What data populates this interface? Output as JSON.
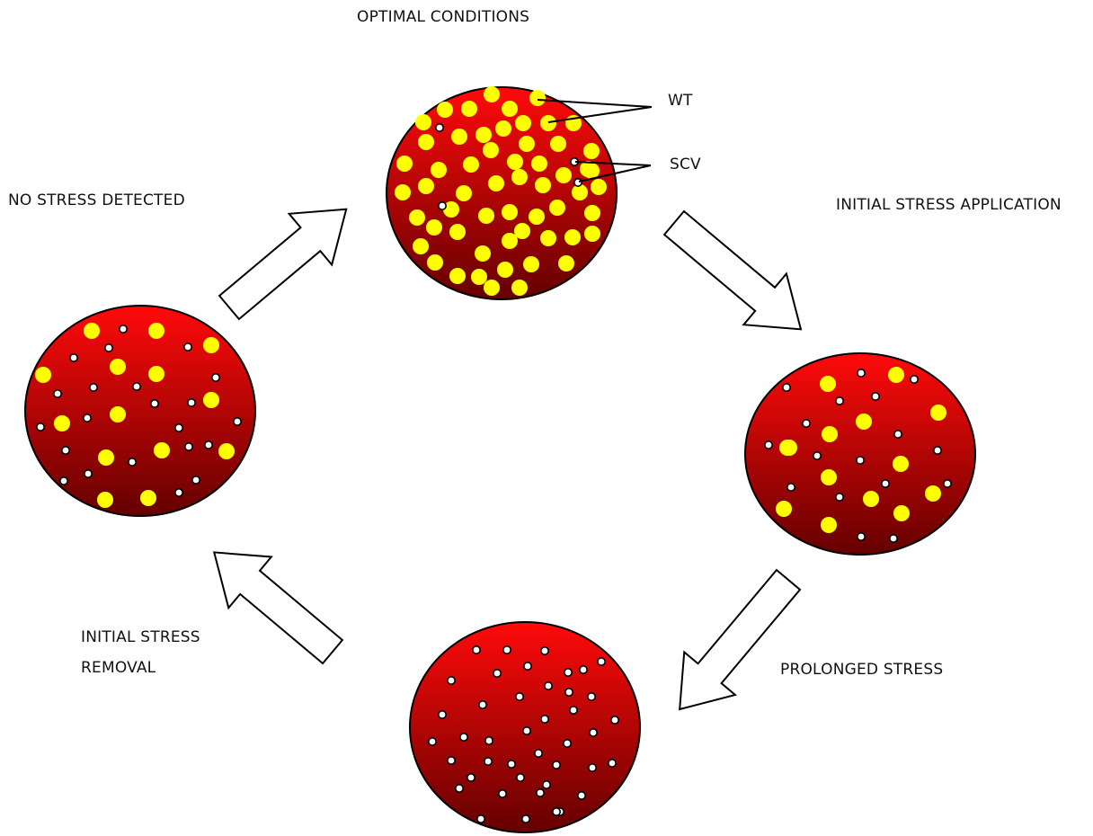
{
  "labels": {
    "optimal": "OPTIMAL CONDITIONS",
    "wt": "WT",
    "scv": "SCV",
    "no_stress": "NO STRESS DETECTED",
    "initial_application": "INITIAL STRESS APPLICATION",
    "initial_removal_line1": "INITIAL STRESS",
    "initial_removal_line2": "REMOVAL",
    "prolonged": "PROLONGED STRESS"
  },
  "colors": {
    "population_top": "#ff0a0a",
    "population_bottom": "#650000",
    "wt_cell": "#ffff00",
    "scv_cell": "#ffffff",
    "outline": "#000000",
    "arrow_fill": "#ffffff"
  },
  "populations": [
    {
      "name": "optimal-conditions",
      "wt_count": 55,
      "scv_count": 5
    },
    {
      "name": "initial-stress-application",
      "wt_count": 17,
      "scv_count": 19
    },
    {
      "name": "prolonged-stress",
      "wt_count": 0,
      "scv_count": 42
    },
    {
      "name": "no-stress-detected",
      "wt_count": 16,
      "scv_count": 21
    }
  ]
}
